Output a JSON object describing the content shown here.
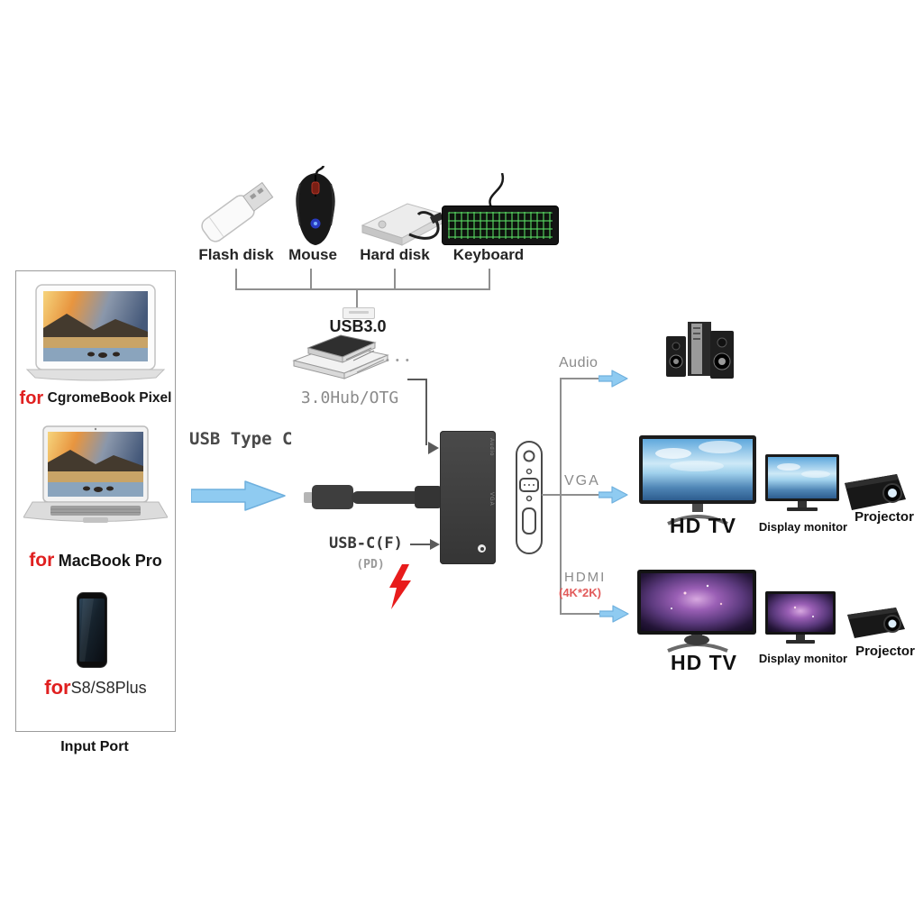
{
  "colors": {
    "arrow_fill": "#8FCBF1",
    "arrow_stroke": "#6FB0DE",
    "line_gray": "#8F8F8F",
    "label_dark": "#242424",
    "label_gray": "#8A8A8A",
    "accent_red": "#E02020",
    "hdmi_res_red": "#E25B5B"
  },
  "peripherals": {
    "items": [
      {
        "label": "Flash disk"
      },
      {
        "label": "Mouse"
      },
      {
        "label": "Hard disk"
      },
      {
        "label": "Keyboard"
      }
    ],
    "bus_label": "USB3.0",
    "hub_label": "3.0Hub/OTG",
    "ellipsis": "• • •"
  },
  "source_panel": {
    "connection_label": "USB Type C",
    "devices": [
      {
        "prefix": "for",
        "name": "CgromeBook Pixel"
      },
      {
        "prefix": "for",
        "name": "MacBook Pro"
      },
      {
        "prefix": "for",
        "name": "S8/S8Plus"
      }
    ],
    "caption": "Input Port"
  },
  "adapter": {
    "port_label": "USB-C(F)",
    "power_label": "(PD)"
  },
  "outputs": {
    "audio": {
      "label": "Audio"
    },
    "vga": {
      "label": "VGA",
      "devices": [
        {
          "label": "HD TV"
        },
        {
          "label": "Display monitor"
        },
        {
          "label": "Projector"
        }
      ]
    },
    "hdmi": {
      "label": "HDMI",
      "resolution": "(4K*2K)",
      "devices": [
        {
          "label": "HD TV"
        },
        {
          "label": "Display monitor"
        },
        {
          "label": "Projector"
        }
      ]
    }
  }
}
